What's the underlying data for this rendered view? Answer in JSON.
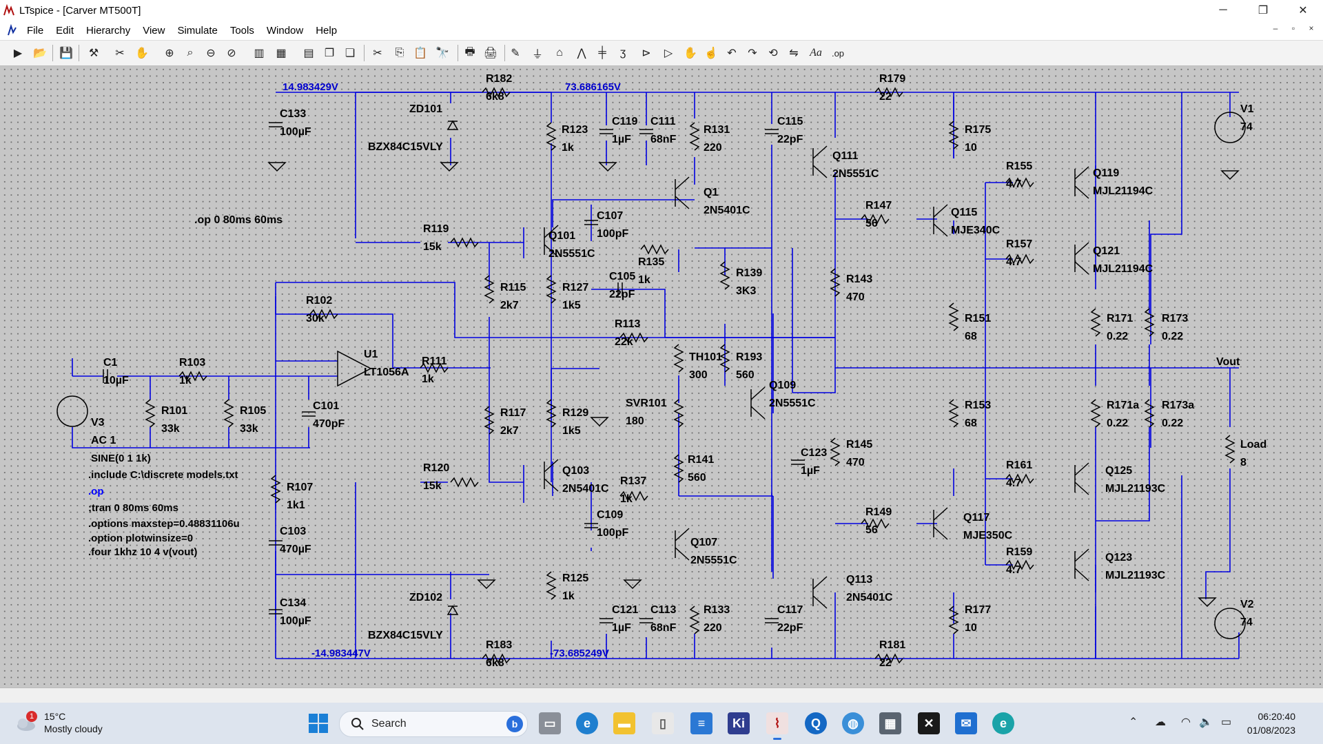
{
  "window": {
    "title": "LTspice - [Carver MT500T]",
    "controls": {
      "minimize": "─",
      "restore": "❐",
      "close": "✕"
    },
    "mdi_controls": {
      "minimize": "–",
      "restore": "▫",
      "close": "×"
    }
  },
  "menu": [
    "File",
    "Edit",
    "Hierarchy",
    "View",
    "Simulate",
    "Tools",
    "Window",
    "Help"
  ],
  "toolbar": [
    "run",
    "open",
    "save",
    "control-panel",
    "halt",
    "pan",
    "zoom-in",
    "zoom-fit",
    "zoom-out",
    "zoom-cancel",
    "autorange",
    "tune",
    "schematic",
    "tile",
    "cascade",
    "cut",
    "copy",
    "paste",
    "find",
    "print",
    "print-setup",
    "draw-wire",
    "ground",
    "label",
    "resistor",
    "capacitor",
    "inductor",
    "diode",
    "component",
    "move",
    "drag",
    "undo",
    "redo",
    "rotate",
    "mirror",
    "text",
    "spice-directive"
  ],
  "toolbar_text": {
    "text_tool": "Aa",
    "spice_tool": ".op"
  },
  "schematic": {
    "node_voltages": [
      "14.983429V",
      "73.686165V",
      "-14.983447V",
      "-73.685249V"
    ],
    "net_labels": [
      "Vout"
    ],
    "components": [
      {
        "ref": "C133",
        "value": "100µF"
      },
      {
        "ref": "ZD101",
        "value": "BZX84C15VLY"
      },
      {
        "ref": "R182",
        "value": "6k8"
      },
      {
        "ref": "R123",
        "value": "1k"
      },
      {
        "ref": "C119",
        "value": "1µF"
      },
      {
        "ref": "C111",
        "value": "68nF"
      },
      {
        "ref": "R131",
        "value": "220"
      },
      {
        "ref": "C115",
        "value": "22pF"
      },
      {
        "ref": "Q111",
        "value": "2N5551C"
      },
      {
        "ref": "R179",
        "value": "22"
      },
      {
        "ref": "R175",
        "value": "10"
      },
      {
        "ref": "V1",
        "value": "74"
      },
      {
        "ref": "R155",
        "value": "4.7"
      },
      {
        "ref": "Q119",
        "value": "MJL21194C"
      },
      {
        "ref": "Q1",
        "value": "2N5401C"
      },
      {
        "ref": "R147",
        "value": "56"
      },
      {
        "ref": "Q115",
        "value": "MJE340C"
      },
      {
        "ref": "R119",
        "value": "15k"
      },
      {
        "ref": "Q101",
        "value": "2N5551C"
      },
      {
        "ref": "C107",
        "value": "100pF"
      },
      {
        "ref": "R135",
        "value": "1k"
      },
      {
        "ref": "R157",
        "value": "4.7"
      },
      {
        "ref": "Q121",
        "value": "MJL21194C"
      },
      {
        "ref": "R102",
        "value": "30k"
      },
      {
        "ref": "R115",
        "value": "2k7"
      },
      {
        "ref": "R127",
        "value": "1k5"
      },
      {
        "ref": "C105",
        "value": "22pF"
      },
      {
        "ref": "R139",
        "value": "3K3"
      },
      {
        "ref": "R143",
        "value": "470"
      },
      {
        "ref": "R113",
        "value": "22k"
      },
      {
        "ref": "R151",
        "value": "68"
      },
      {
        "ref": "R171",
        "value": "0.22"
      },
      {
        "ref": "R173",
        "value": "0.22"
      },
      {
        "ref": "C1",
        "value": "10µF"
      },
      {
        "ref": "R103",
        "value": "1k"
      },
      {
        "ref": "U1",
        "value": "LT1056A"
      },
      {
        "ref": "R111",
        "value": "1k"
      },
      {
        "ref": "TH101",
        "value": "300"
      },
      {
        "ref": "R193",
        "value": "560"
      },
      {
        "ref": "Q109",
        "value": "2N5551C"
      },
      {
        "ref": "R101",
        "value": "33k"
      },
      {
        "ref": "R105",
        "value": "33k"
      },
      {
        "ref": "C101",
        "value": "470pF"
      },
      {
        "ref": "V3",
        "value": "AC 1"
      },
      {
        "ref": "R117",
        "value": "2k7"
      },
      {
        "ref": "R129",
        "value": "1k5"
      },
      {
        "ref": "SVR101",
        "value": "180"
      },
      {
        "ref": "R153",
        "value": "68"
      },
      {
        "ref": "R171a",
        "value": "0.22"
      },
      {
        "ref": "R173a",
        "value": "0.22"
      },
      {
        "ref": "Load",
        "value": "8"
      },
      {
        "ref": "R145",
        "value": "470"
      },
      {
        "ref": "C123",
        "value": "1µF"
      },
      {
        "ref": "R141",
        "value": "560"
      },
      {
        "ref": "R120",
        "value": "15k"
      },
      {
        "ref": "Q103",
        "value": "2N5401C"
      },
      {
        "ref": "R137",
        "value": "1k"
      },
      {
        "ref": "R161",
        "value": "4.7"
      },
      {
        "ref": "Q125",
        "value": "MJL21193C"
      },
      {
        "ref": "R107",
        "value": "1k1"
      },
      {
        "ref": "C109",
        "value": "100pF"
      },
      {
        "ref": "R149",
        "value": "56"
      },
      {
        "ref": "Q117",
        "value": "MJE350C"
      },
      {
        "ref": "C103",
        "value": "470µF"
      },
      {
        "ref": "Q107",
        "value": "2N5551C"
      },
      {
        "ref": "R159",
        "value": "4.7"
      },
      {
        "ref": "Q123",
        "value": "MJL21193C"
      },
      {
        "ref": "R125",
        "value": "1k"
      },
      {
        "ref": "Q113",
        "value": "2N5401C"
      },
      {
        "ref": "ZD102",
        "value": "BZX84C15VLY"
      },
      {
        "ref": "C134",
        "value": "100µF"
      },
      {
        "ref": "C121",
        "value": "1µF"
      },
      {
        "ref": "C113",
        "value": "68nF"
      },
      {
        "ref": "R133",
        "value": "220"
      },
      {
        "ref": "C117",
        "value": "22pF"
      },
      {
        "ref": "R177",
        "value": "10"
      },
      {
        "ref": "V2",
        "value": "74"
      },
      {
        "ref": "R183",
        "value": "6k8"
      },
      {
        "ref": "R181",
        "value": "22"
      }
    ],
    "directive_op": ".op 0 80ms 60ms",
    "sources_text": "SINE(0 1 1k)",
    "spice_lines": [
      ".include C:\\discrete models.txt",
      ".op",
      ";tran 0 80ms 60ms",
      ".options maxstep=0.48831106u",
      ".option plotwinsize=0",
      ".four 1khz 10 4 v(vout)"
    ],
    "colors": {
      "wire": "#0000e0",
      "text": "#000000",
      "node_voltage": "#0000cc",
      "directive": "#0000ff",
      "grid": "#c6c6c6"
    }
  },
  "taskbar": {
    "weather": {
      "badge": "1",
      "temp": "15°C",
      "condition": "Mostly cloudy"
    },
    "search_placeholder": "Search",
    "bing_letter": "b",
    "apps": [
      "task-view",
      "edge-old",
      "file-explorer",
      "notepad",
      "notes",
      "kicad",
      "ltspice",
      "quicklook",
      "browser",
      "calculator",
      "capcut",
      "mail",
      "edge"
    ],
    "kicad_label": "Ki",
    "tray": [
      "chevron-up",
      "onedrive",
      "wifi",
      "speaker",
      "battery"
    ],
    "time": "06:20:40",
    "date": "01/08/2023"
  }
}
